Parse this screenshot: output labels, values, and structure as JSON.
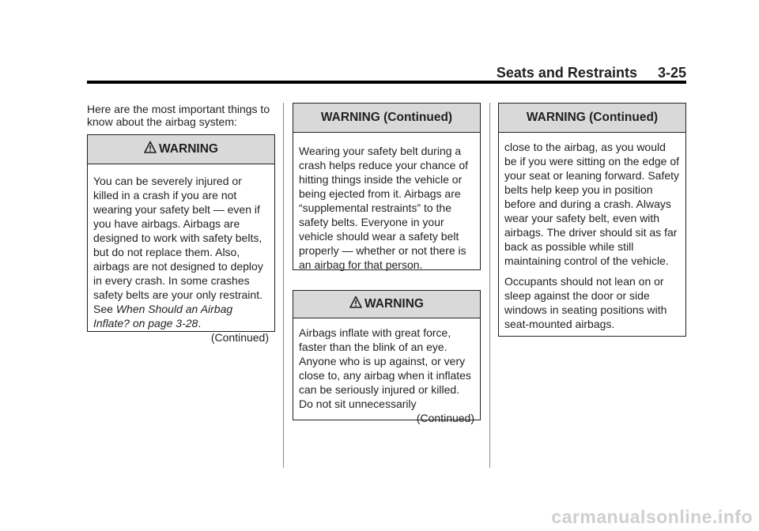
{
  "header": {
    "section_title": "Seats and Restraints",
    "page_number": "3-25"
  },
  "intro": {
    "text": "Here are the most important things to know about the airbag system:"
  },
  "warning_1": {
    "title": "WARNING",
    "icon": "warning-triangle-icon",
    "body_before_link": "You can be severely injured or killed in a crash if you are not wearing your safety belt — even if you have airbags. Airbags are designed to work with safety belts, but do not replace them. Also, airbags are not designed to deploy in every crash. In some crashes safety belts are your only restraint. See ",
    "link_text": "When Should an Airbag Inflate? on page 3-28",
    "body_after_link": ".",
    "continued": "(Continued)"
  },
  "warning_continued_1": {
    "title": "WARNING  (Continued)",
    "body": "Wearing your safety belt during a crash helps reduce your chance of hitting things inside the vehicle or being ejected from it. Airbags are “supplemental restraints” to the safety belts. Everyone in your vehicle should wear a safety belt properly — whether or not there is an airbag for that person."
  },
  "warning_2": {
    "title": "WARNING",
    "icon": "warning-triangle-icon",
    "body": "Airbags inflate with great force, faster than the blink of an eye. Anyone who is up against, or very close to, any airbag when it inflates can be seriously injured or killed. Do not sit unnecessarily",
    "continued": "(Continued)"
  },
  "warning_continued_2": {
    "title": "WARNING  (Continued)",
    "paragraph_1": "close to the airbag, as you would be if you were sitting on the edge of your seat or leaning forward. Safety belts help keep you in position before and during a crash. Always wear your safety belt, even with airbags. The driver should sit as far back as possible while still maintaining control of the vehicle.",
    "paragraph_2": "Occupants should not lean on or sleep against the door or side windows in seating positions with seat-mounted airbags."
  },
  "footer": {
    "watermark": "carmanualsonline.info"
  }
}
